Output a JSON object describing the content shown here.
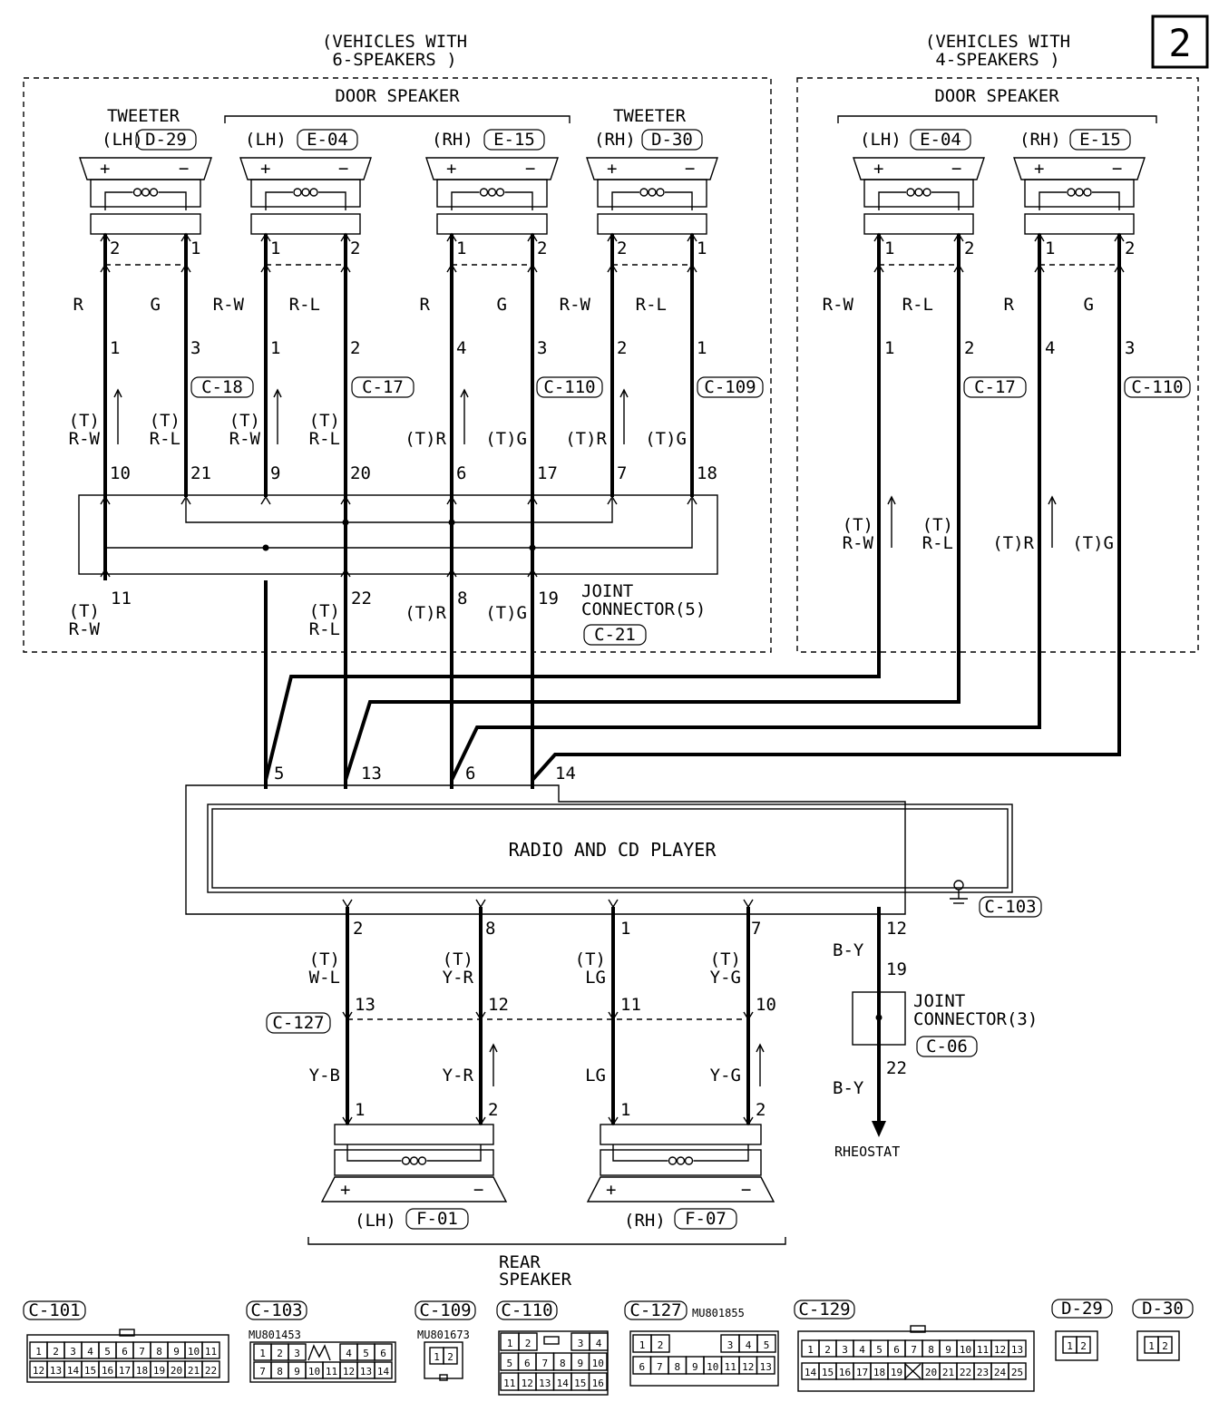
{
  "page_number": "2",
  "header_6": [
    "(VEHICLES WITH",
    "6-SPEAKERS     )"
  ],
  "header_4": [
    "(VEHICLES WITH",
    "4-SPEAKERS     )"
  ],
  "door_speaker": "DOOR SPEAKER",
  "tweeter": "TWEETER",
  "speakers_6": [
    {
      "side": "(LH)",
      "conn": "D-29"
    },
    {
      "side": "(LH)",
      "conn": "E-04"
    },
    {
      "side": "(RH)",
      "conn": "E-15"
    },
    {
      "side": "(RH)",
      "conn": "D-30"
    }
  ],
  "speakers_4": [
    {
      "side": "(LH)",
      "conn": "E-04"
    },
    {
      "side": "(RH)",
      "conn": "E-15"
    }
  ],
  "plus": "+",
  "minus": "−",
  "wires_6": [
    {
      "top_pin": "2",
      "color": "R",
      "mid_pin": "1",
      "bot_pin": "10",
      "t1": "(T)",
      "t2": "R-W",
      "joint": "11",
      "joint_t1": "(T)",
      "joint_t2": "R-W"
    },
    {
      "top_pin": "1",
      "color": "G",
      "mid_pin": "3",
      "bot_pin": "21",
      "t1": "(T)",
      "t2": "R-L"
    },
    {
      "top_pin": "1",
      "color": "R-W",
      "mid_pin": "1",
      "bot_pin": "9",
      "t1": "(T)",
      "t2": "R-W"
    },
    {
      "top_pin": "2",
      "color": "R-L",
      "mid_pin": "2",
      "bot_pin": "20",
      "t1": "(T)",
      "t2": "R-L",
      "joint": "22",
      "joint_t1": "(T)",
      "joint_t2": "R-L"
    },
    {
      "top_pin": "1",
      "color": "R",
      "mid_pin": "4",
      "bot_pin": "6",
      "t2": "(T)R",
      "joint": "8",
      "joint_t2": "(T)R"
    },
    {
      "top_pin": "2",
      "color": "G",
      "mid_pin": "3",
      "bot_pin": "17",
      "t2": "(T)G",
      "joint": "19",
      "joint_t2": "(T)G"
    },
    {
      "top_pin": "2",
      "color": "R-W",
      "mid_pin": "2",
      "bot_pin": "7",
      "t2": "(T)R"
    },
    {
      "top_pin": "1",
      "color": "R-L",
      "mid_pin": "1",
      "bot_pin": "18",
      "t2": "(T)G"
    }
  ],
  "wires_4": [
    {
      "top_pin": "1",
      "color": "R-W",
      "mid_pin": "1",
      "t1": "(T)",
      "t2": "R-W"
    },
    {
      "top_pin": "2",
      "color": "R-L",
      "mid_pin": "2",
      "t1": "(T)",
      "t2": "R-L"
    },
    {
      "top_pin": "1",
      "color": "R",
      "mid_pin": "4",
      "t2": "(T)R"
    },
    {
      "top_pin": "2",
      "color": "G",
      "mid_pin": "3",
      "t2": "(T)G"
    }
  ],
  "conn_labels_6": [
    "C-18",
    "C-17",
    "C-110",
    "C-109"
  ],
  "conn_labels_4": [
    "C-17",
    "C-110"
  ],
  "joint_connector_5": [
    "JOINT",
    "CONNECTOR(5)"
  ],
  "joint5_conn": "C-21",
  "radio_pins_top": [
    "5",
    "13",
    "6",
    "14"
  ],
  "radio_label": "RADIO AND CD PLAYER",
  "radio_ground_conn": "C-103",
  "radio_pins_bottom": [
    "2",
    "8",
    "1",
    "7",
    "12"
  ],
  "rear_wires": [
    {
      "t1": "(T)",
      "t2": "W-L",
      "mid_pin": "13",
      "color": "Y-B",
      "spk_pin": "1"
    },
    {
      "t1": "(T)",
      "t2": "Y-R",
      "mid_pin": "12",
      "color": "Y-R",
      "spk_pin": "2"
    },
    {
      "t1": "(T)",
      "t2": "LG",
      "mid_pin": "11",
      "color": "LG",
      "spk_pin": "1"
    },
    {
      "t1": "(T)",
      "t2": "Y-G",
      "mid_pin": "10",
      "color": "Y-G",
      "spk_pin": "2"
    }
  ],
  "rear_conn": "C-127",
  "rheostat_wire": {
    "color_top": "B-Y",
    "pin_top": "19",
    "pin_bottom": "22",
    "color_bottom": "B-Y"
  },
  "joint_connector_3": [
    "JOINT",
    "CONNECTOR(3)"
  ],
  "joint3_conn": "C-06",
  "rheostat": "RHEOSTAT",
  "rear_speakers": [
    {
      "side": "(LH)",
      "conn": "F-01"
    },
    {
      "side": "(RH)",
      "conn": "F-07"
    }
  ],
  "rear_speaker_label": [
    "REAR",
    "SPEAKER"
  ],
  "connector_views": {
    "c101": {
      "label": "C-101",
      "row1": [
        "1",
        "2",
        "3",
        "4",
        "5",
        "6",
        "7",
        "8",
        "9",
        "10",
        "11"
      ],
      "row2": [
        "12",
        "13",
        "14",
        "15",
        "16",
        "17",
        "18",
        "19",
        "20",
        "21",
        "22"
      ]
    },
    "c103": {
      "label": "C-103",
      "part": "MU801453",
      "row1": [
        "1",
        "2",
        "3",
        "4",
        "5",
        "6"
      ],
      "row2": [
        "7",
        "8",
        "9",
        "10",
        "11",
        "12",
        "13",
        "14"
      ]
    },
    "c109": {
      "label": "C-109",
      "part": "MU801673",
      "row1": [
        "1",
        "2"
      ]
    },
    "c110": {
      "label": "C-110",
      "row1": [
        "1",
        "2",
        "3",
        "4"
      ],
      "row2": [
        "5",
        "6",
        "7",
        "8",
        "9",
        "10"
      ],
      "row3": [
        "11",
        "12",
        "13",
        "14",
        "15",
        "16"
      ]
    },
    "c127": {
      "label": "C-127",
      "part": "MU801855",
      "row1": [
        "1",
        "2",
        "3",
        "4",
        "5"
      ],
      "row2": [
        "6",
        "7",
        "8",
        "9",
        "10",
        "11",
        "12",
        "13"
      ]
    },
    "c129": {
      "label": "C-129",
      "row1": [
        "1",
        "2",
        "3",
        "4",
        "5",
        "6",
        "7",
        "8",
        "9",
        "10",
        "11",
        "12",
        "13"
      ],
      "row2": [
        "14",
        "15",
        "16",
        "17",
        "18",
        "19",
        "20",
        "21",
        "22",
        "23",
        "24",
        "25"
      ]
    },
    "d29": {
      "label": "D-29",
      "row1": [
        "1",
        "2"
      ]
    },
    "d30": {
      "label": "D-30",
      "row1": [
        "1",
        "2"
      ]
    }
  }
}
